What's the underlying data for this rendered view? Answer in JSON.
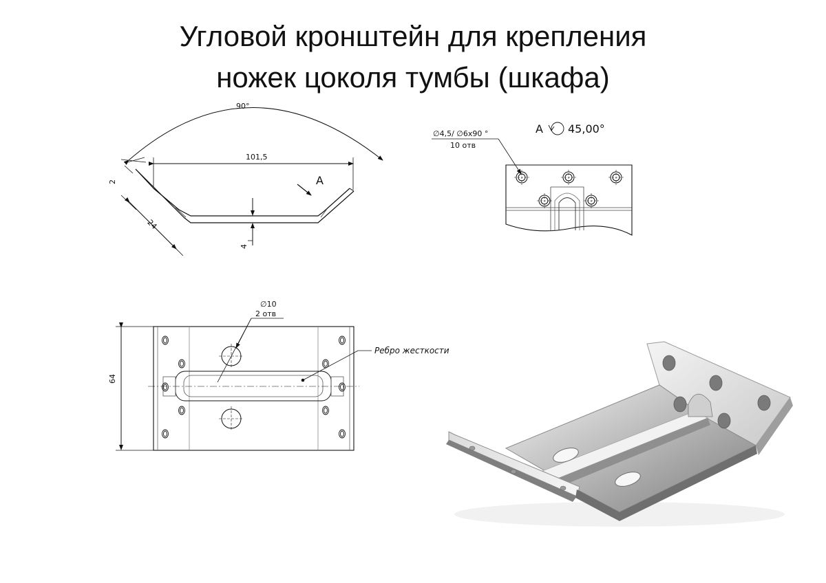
{
  "title": {
    "line1": "Угловой кронштейн для крепления",
    "line2": "ножек цоколя тумбы (шкафа)"
  },
  "side_view": {
    "angle": "90°",
    "width": "101,5",
    "flange_gap": "2",
    "flange_length": "24",
    "thickness": "4",
    "view_marker": "A"
  },
  "detail_view": {
    "view_label": "A",
    "rotation": "45,00°",
    "holes_spec": "∅4,5/ ∅6x90 °",
    "holes_count": "10 отв"
  },
  "top_view": {
    "hole_spec": "∅10",
    "hole_count": "2 отв",
    "height": "64",
    "rib_label": "Ребро жесткости"
  },
  "colors": {
    "line": "#111111",
    "metal_light": "#e6e6e6",
    "metal_dark": "#8a8a8a"
  }
}
